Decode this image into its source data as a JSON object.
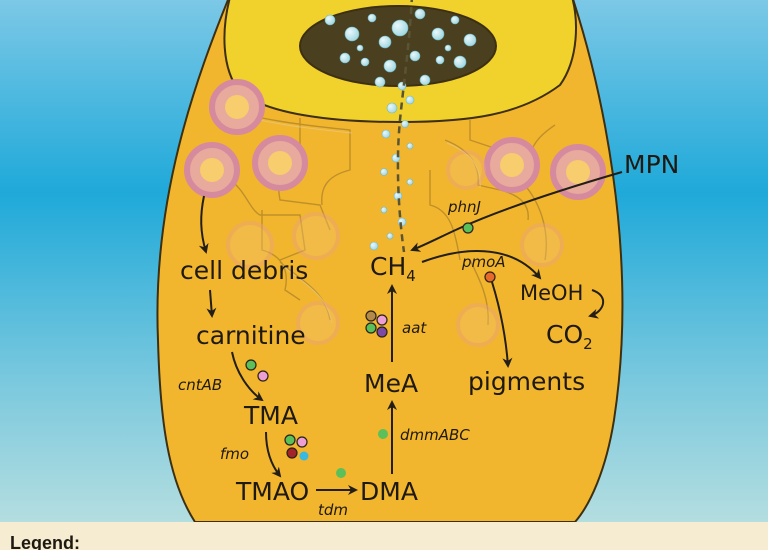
{
  "colors": {
    "sky_top": "#7cc8e6",
    "sky_mid": "#1fa9d9",
    "sky_bottom": "#bfe2e0",
    "sponge_body": "#f2b52e",
    "sponge_outline": "#3d2f12",
    "rim": "#f1d12b",
    "cavity": "#4a4020",
    "legend_bg": "#f5ecd2",
    "arrow": "#231f16",
    "dot_green": "#5bbf5a",
    "dot_pink": "#ec9fd3",
    "dot_purple": "#7b4aa6",
    "dot_tan": "#b38a4a",
    "dot_red": "#a3252a",
    "dot_cyan": "#39b8e0",
    "dot_orange": "#e86a2a"
  },
  "labels": {
    "mpn": "MPN",
    "ch4_main": "CH",
    "ch4_sub": "4",
    "cell_debris": "cell debris",
    "carnitine": "carnitine",
    "tma": "TMA",
    "tmao": "TMAO",
    "dma": "DMA",
    "mea": "MeA",
    "meoh": "MeOH",
    "co2_main": "CO",
    "co2_sub": "2",
    "pigments": "pigments"
  },
  "genes": {
    "phnj": "phnJ",
    "pmoa": "pmoA",
    "aat": "aat",
    "cntab": "cntAB",
    "fmo": "fmo",
    "tdm": "tdm",
    "dmmabc": "dmmABC"
  },
  "legend": {
    "title": "Legend:"
  }
}
